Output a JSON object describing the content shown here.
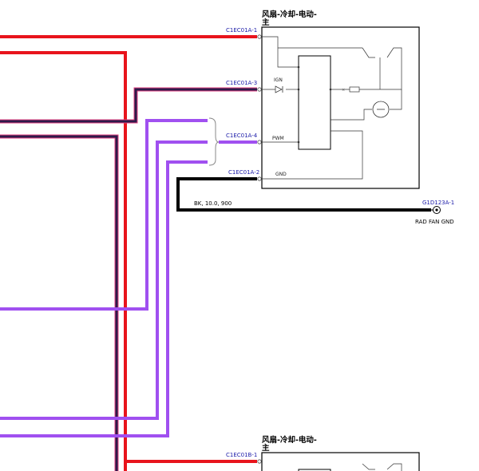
{
  "diagram": {
    "colors": {
      "red": "#e8141c",
      "dark_violet": "#2e1a4a",
      "violet": "#a050f0",
      "black": "#000000",
      "connector_text": "#1a1aa8"
    },
    "module_top": {
      "title_line1": "风扇-冷却-电动-",
      "title_line2": "主",
      "pins": {
        "p1": "C1EC01A-1",
        "p3": "C1EC01A-3",
        "p4": "C1EC01A-4",
        "p2": "C1EC01A-2"
      },
      "labels": {
        "ign": "IGN",
        "pwm": "PWM",
        "gnd": "GND"
      }
    },
    "ground_wire": {
      "spec": "BK, 10.0, 900",
      "terminal": "G1D123A-1",
      "terminal_label": "RAD FAN GND"
    },
    "module_bottom": {
      "title_line1": "风扇-冷却-电动-",
      "title_line2": "主",
      "pin": "C1EC01B-1"
    }
  }
}
